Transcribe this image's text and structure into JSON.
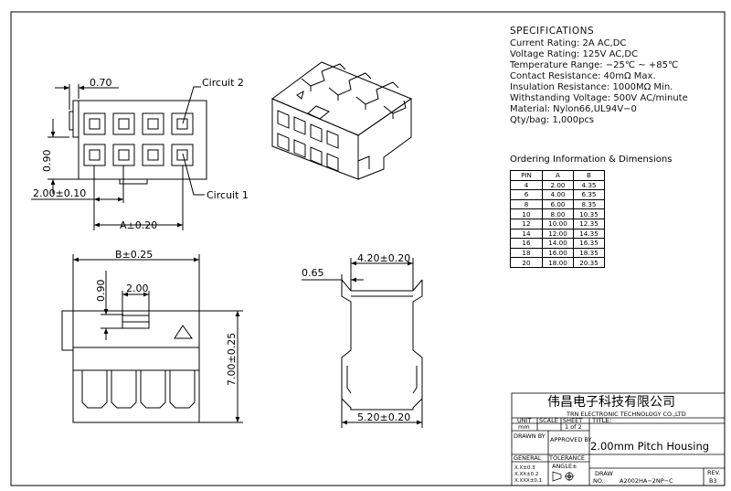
{
  "specifications": {
    "title": "SPECIFICATIONS",
    "lines": [
      "Current Rating: 2A AC,DC",
      "Voltage Rating: 125V AC,DC",
      "Temperature Range: −25℃ ~ +85℃",
      "Contact Resistance: 40mΩ Max.",
      "Insulation Resistance: 1000MΩ Min.",
      "Withstanding Voltage: 500V AC/minute",
      "Material: Nylon66,UL94V−0",
      "Qty/bag: 1,000pcs"
    ]
  },
  "ordering": {
    "title": "Ordering Information & Dimensions",
    "headers": [
      "PIN",
      "A",
      "B"
    ],
    "rows": [
      [
        "4",
        "2.00",
        "4.35"
      ],
      [
        "6",
        "4.00",
        "6.35"
      ],
      [
        "8",
        "6.00",
        "8.35"
      ],
      [
        "10",
        "8.00",
        "10.35"
      ],
      [
        "12",
        "10.00",
        "12.35"
      ],
      [
        "14",
        "12.00",
        "14.35"
      ],
      [
        "16",
        "14.00",
        "16.35"
      ],
      [
        "18",
        "16.00",
        "18.35"
      ],
      [
        "20",
        "18.00",
        "20.35"
      ]
    ]
  },
  "front_view": {
    "dim_pitch_top": "0.70",
    "dim_vertical": "0.90",
    "dim_pitch": "2.00±0.10",
    "dim_a": "A±0.20",
    "circuit2": "Circuit 2",
    "circuit1": "Circuit 1"
  },
  "side_view": {
    "dim_b": "B±0.25",
    "dim_090": "0.90",
    "dim_200": "2.00",
    "dim_height": "7.00±0.25"
  },
  "end_view": {
    "dim_top": "4.20±0.20",
    "dim_065": "0.65",
    "dim_bottom": "5.20±0.20"
  },
  "title_block": {
    "company_cn": "伟昌电子科技有限公司",
    "company_en": "TRN ELECTRONIC TECHNOLOGY CO.,LTD",
    "unit_label": "UNIT",
    "scale_label": "SCALE",
    "sheet_label": "SHEET",
    "title_label": "TITLE:",
    "unit_value": "mm",
    "sheet_value": "1 of 2",
    "drawn_by": "DRAWN BY",
    "approved_by": "APPROVED BY",
    "title_value": "2.00mm Pitch Housing",
    "general": "GENERAL",
    "tolerance": "TOLERANCE",
    "angle": "ANGLE±",
    "tol1": "X.X±0.3",
    "tol2": "X.XX±0.2",
    "tol3": "X.XXX±0.1",
    "draw_label": "DRAW",
    "no_label": "NO.:",
    "draw_no": "A2002HA−2NP−C",
    "rev_label": "REV.",
    "rev_value": "B3"
  }
}
